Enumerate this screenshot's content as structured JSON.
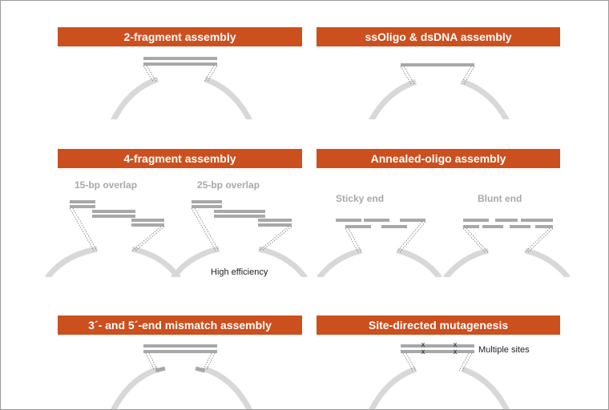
{
  "colors": {
    "banner_fill": "#cc4f1e",
    "banner_text": "#ffffff",
    "strand": "#a8a8a8",
    "plasmid": "#d8d8d8",
    "sublabel": "#a8a8a8",
    "note": "#222222"
  },
  "panels": {
    "two_fragment": {
      "title": "2-fragment assembly"
    },
    "ssoligo_dsdna": {
      "title": "ssOligo & dsDNA assembly"
    },
    "four_fragment": {
      "title": "4-fragment assembly",
      "left_label": "15-bp overlap",
      "right_label": "25-bp overlap",
      "note": "High efficiency"
    },
    "annealed_oligo": {
      "title": "Annealed-oligo assembly",
      "left_label": "Sticky end",
      "right_label": "Blunt end"
    },
    "mismatch": {
      "title": "3´- and 5´-end mismatch assembly"
    },
    "mutagenesis": {
      "title": "Site-directed mutagenesis",
      "note": "Multiple sites",
      "mutation_mark": "x"
    }
  }
}
